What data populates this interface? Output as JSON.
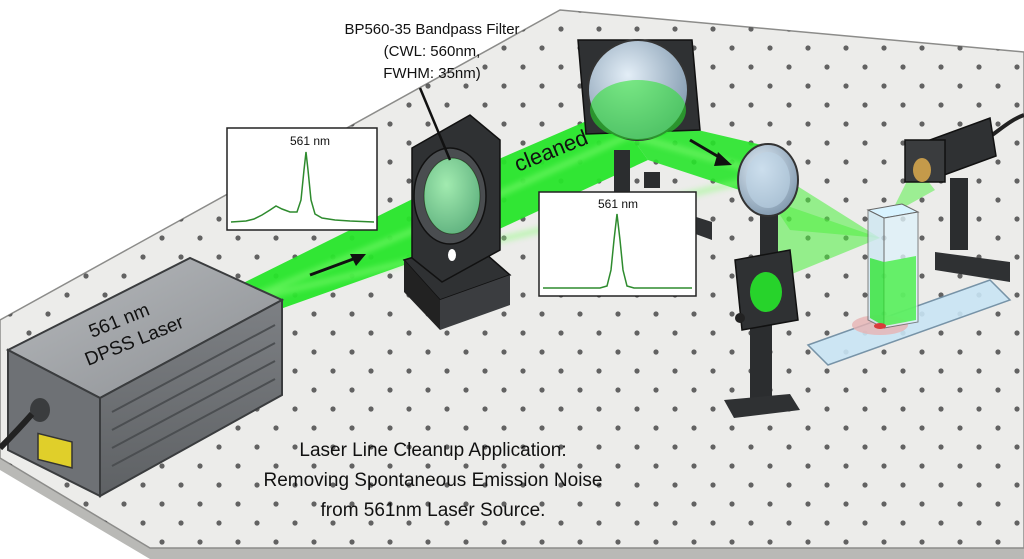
{
  "filter_label": [
    "BP560-35 Bandpass Filter",
    "(CWL: 560nm,",
    "FWHM: 35nm)"
  ],
  "laser_label": [
    "561 nm",
    "DPSS Laser"
  ],
  "beam_label": "cleaned",
  "spectrum_before": {
    "peak_label": "561 nm"
  },
  "spectrum_after": {
    "peak_label": "561 nm"
  },
  "caption": [
    "Laser Line Cleanup Application:",
    "Removing Spontaneous Emission Noise",
    "from 561nm Laser Source."
  ],
  "colors": {
    "beam": "#27e62a",
    "beam_core": "#8dff7a",
    "spectrum_line": "#2e8b2e",
    "table": "#ececea",
    "laser_body": "#8f9296",
    "warning_label": "#e0cf2a",
    "mount": "#2f3133"
  },
  "icons": [
    "laser-head-icon",
    "bandpass-filter-icon",
    "mirror-icon",
    "lens-icon",
    "cuvette-icon",
    "detector-icon",
    "direction-arrow-icon"
  ]
}
